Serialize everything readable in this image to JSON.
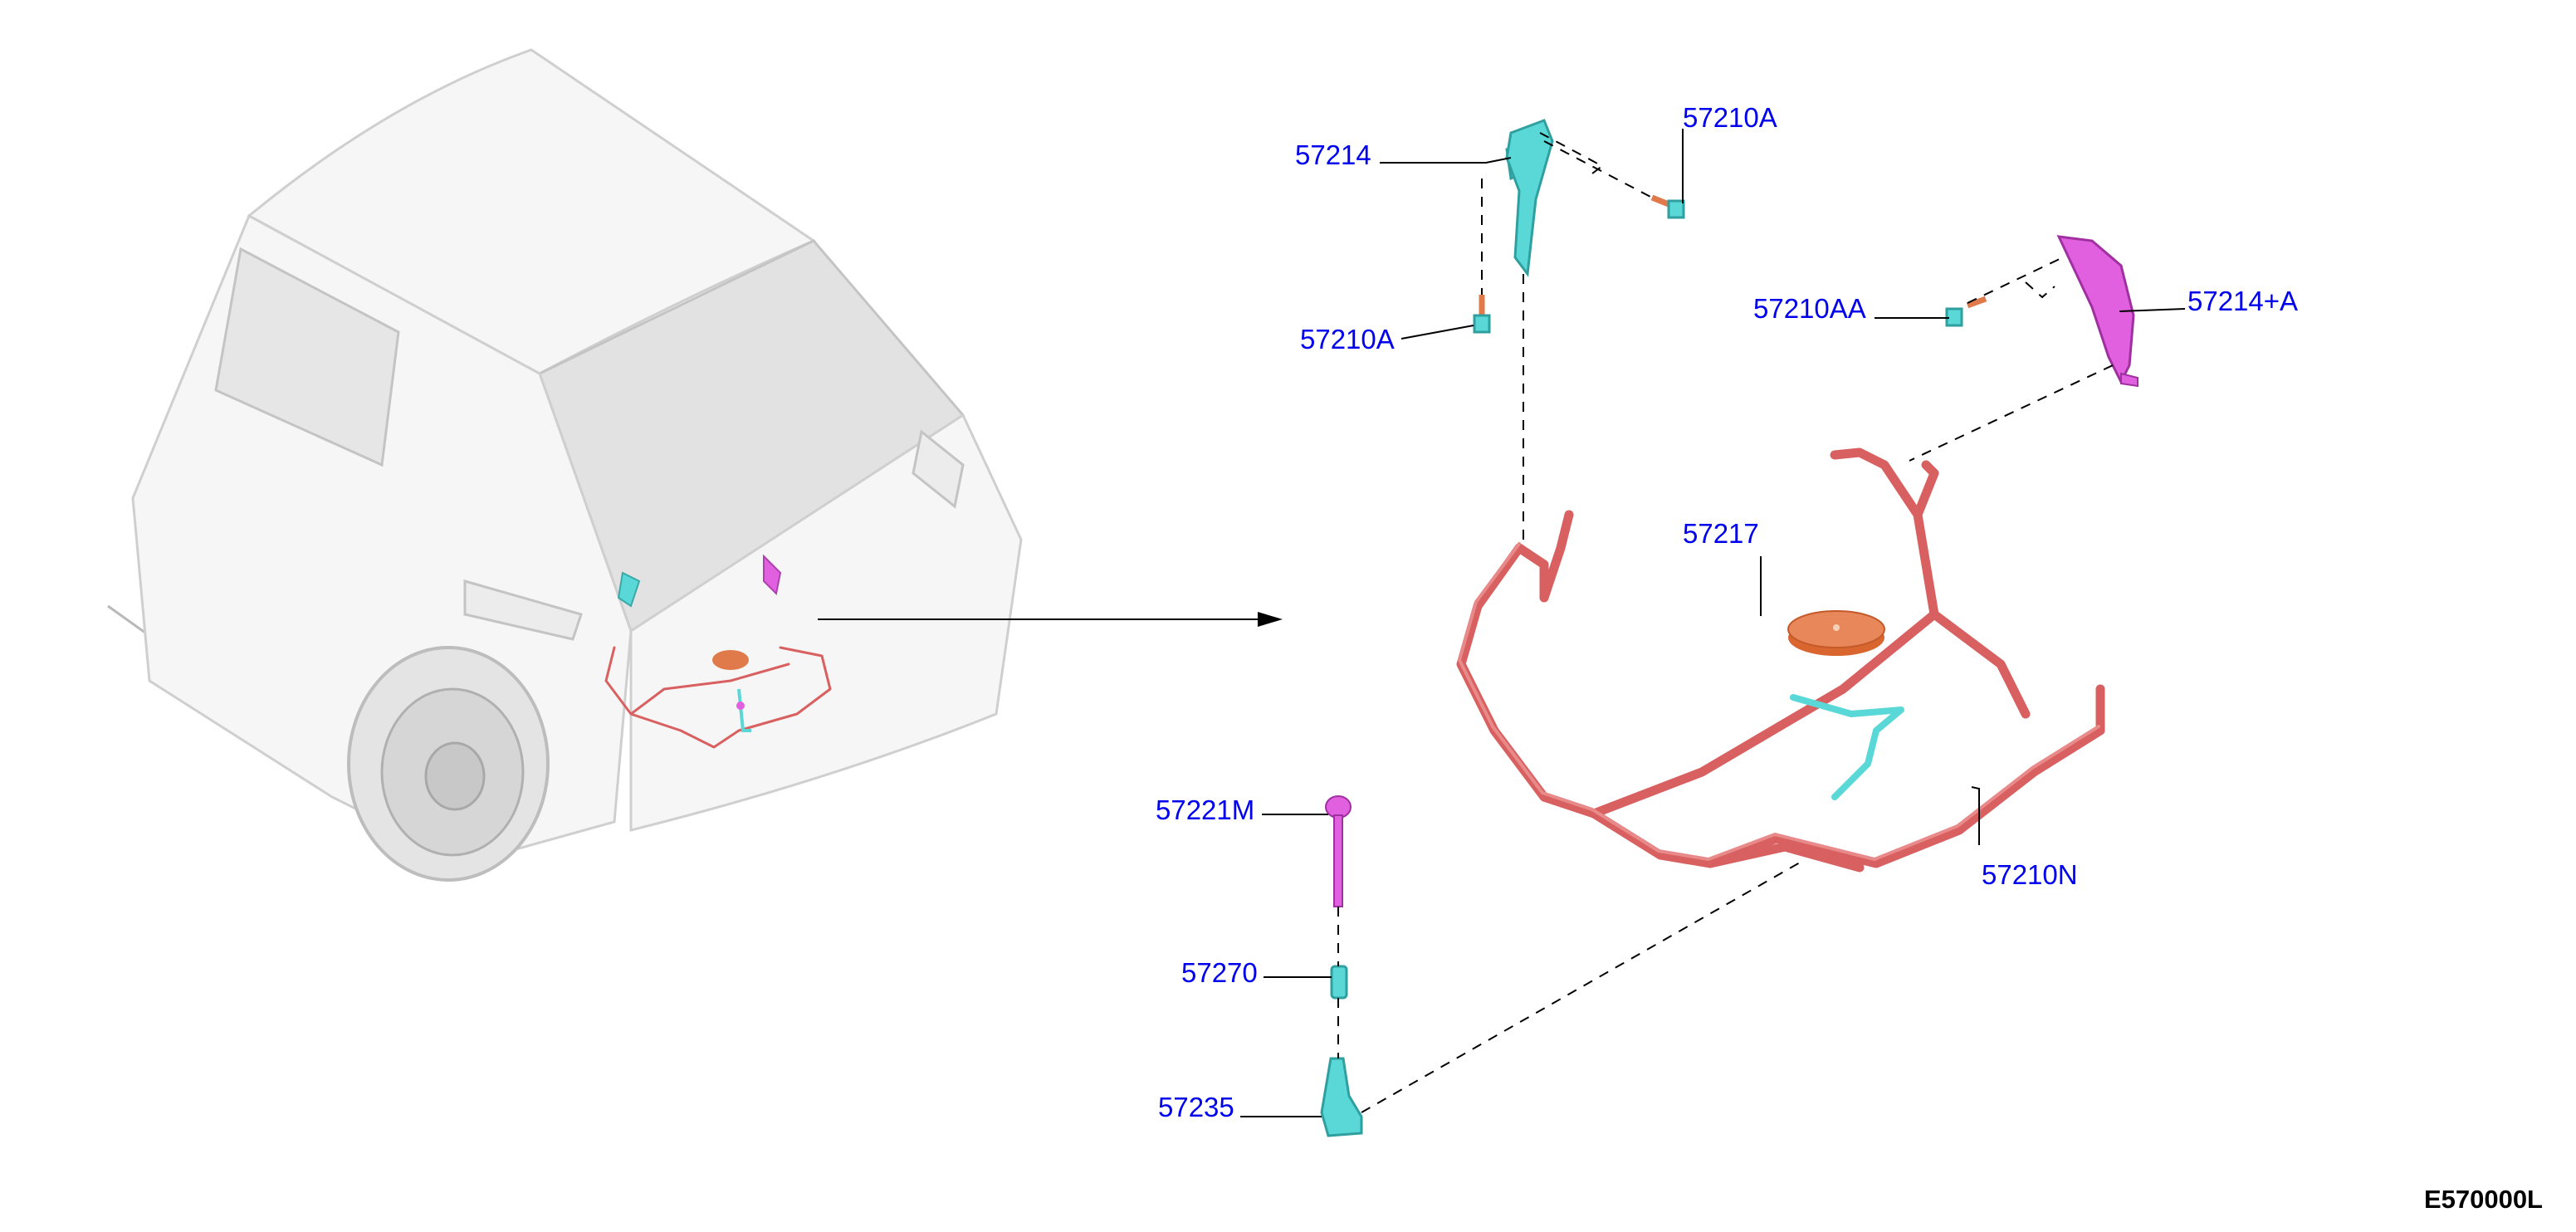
{
  "diagram_code": "E570000L",
  "colors": {
    "callout_text": "#0000ee",
    "harness": "#d96060",
    "bracket": "#5ad8d8",
    "fastener": "#e060e0",
    "grommet": "#e07a4a"
  },
  "callouts": [
    {
      "id": "57214",
      "label": "57214"
    },
    {
      "id": "57210A-top",
      "label": "57210A"
    },
    {
      "id": "57210A-left",
      "label": "57210A"
    },
    {
      "id": "57210AA",
      "label": "57210AA"
    },
    {
      "id": "57214+A",
      "label": "57214+A"
    },
    {
      "id": "57217",
      "label": "57217"
    },
    {
      "id": "57221M",
      "label": "57221M"
    },
    {
      "id": "57270",
      "label": "57270"
    },
    {
      "id": "57235",
      "label": "57235"
    },
    {
      "id": "57210N",
      "label": "57210N"
    }
  ]
}
